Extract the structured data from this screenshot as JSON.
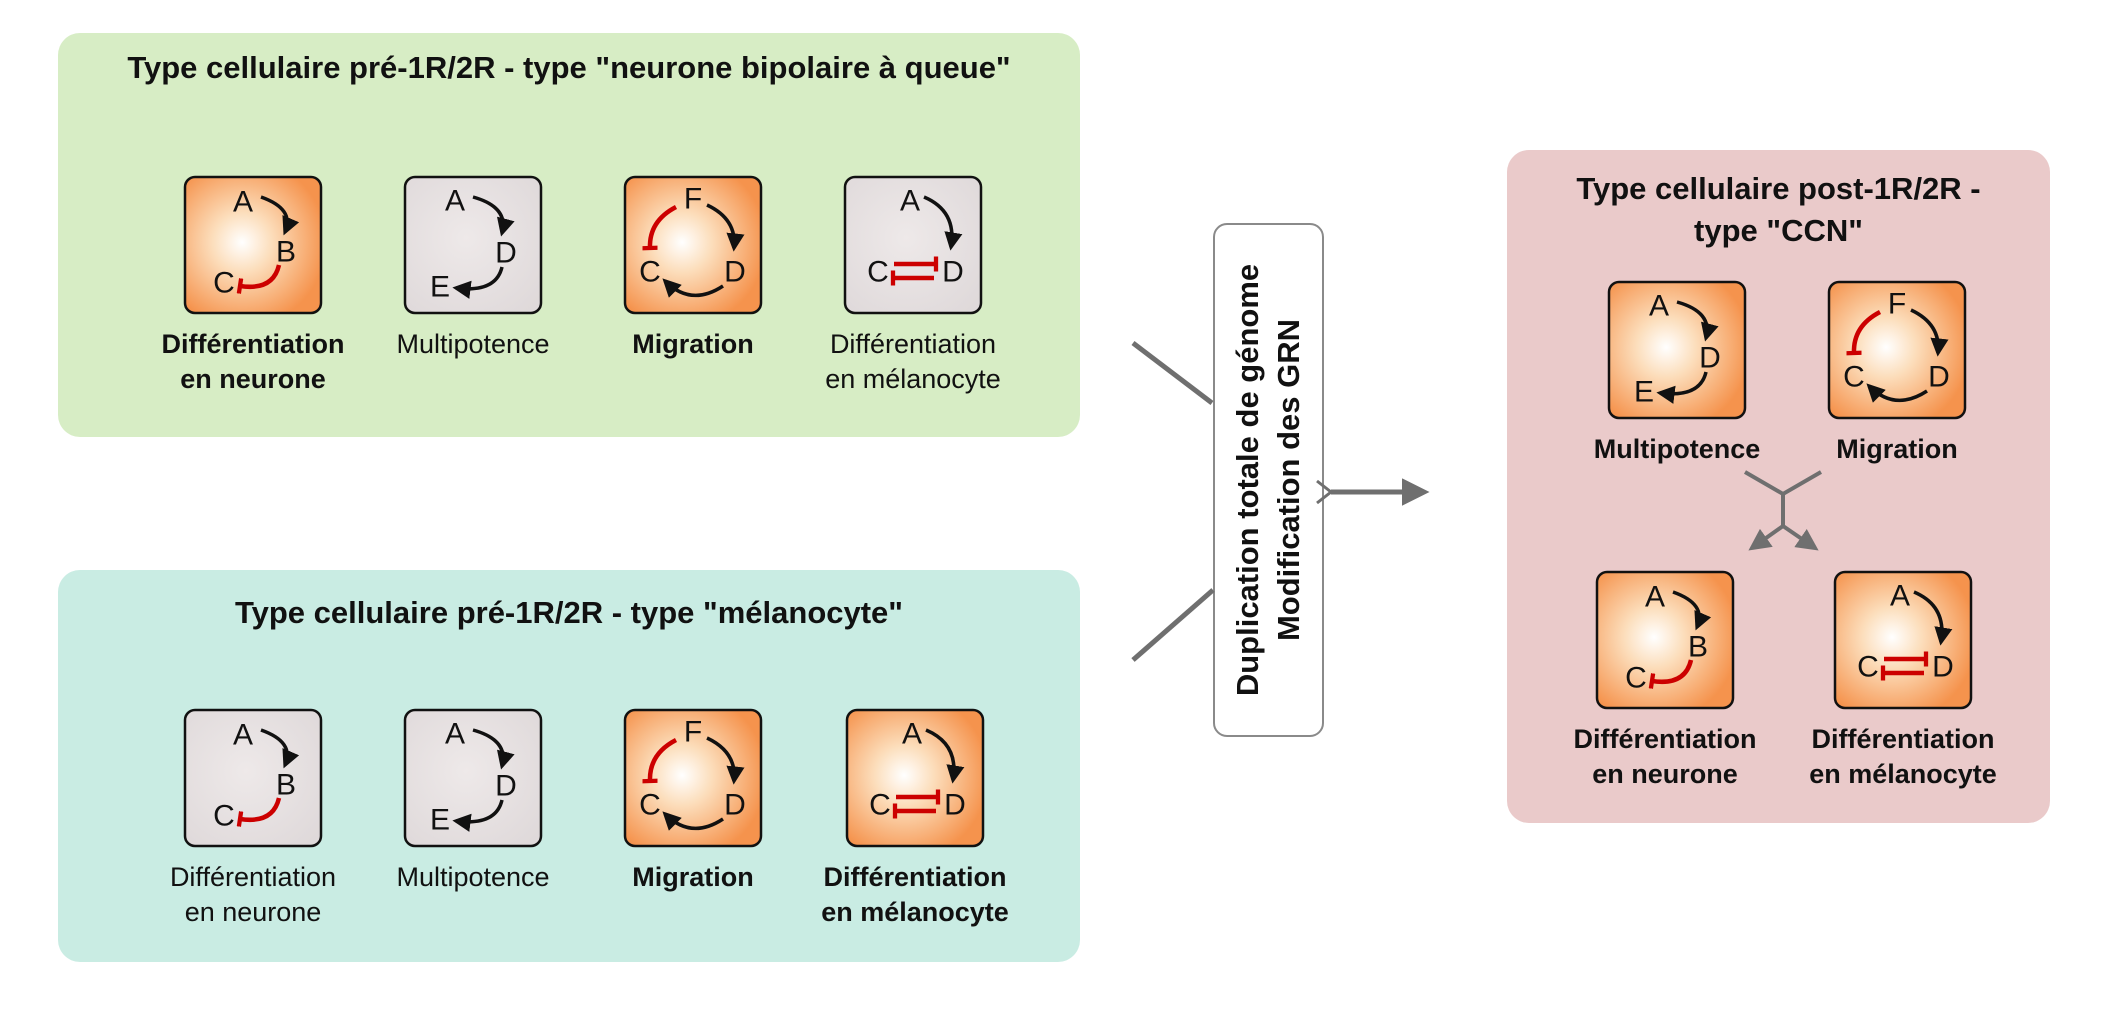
{
  "panels": {
    "pre_neurone": {
      "title": "Type cellulaire pré-1R/2R - type \"neurone bipolaire à queue\"",
      "boxes": [
        {
          "motif": "diff_neurone",
          "active": true,
          "bold": true,
          "label": "Différentiation\nen neurone"
        },
        {
          "motif": "multipotence",
          "active": false,
          "bold": false,
          "label": "Multipotence"
        },
        {
          "motif": "migration",
          "active": true,
          "bold": true,
          "label": "Migration"
        },
        {
          "motif": "diff_melanocyte",
          "active": false,
          "bold": false,
          "label": "Différentiation\nen mélanocyte"
        }
      ]
    },
    "pre_melanocyte": {
      "title": "Type cellulaire pré-1R/2R - type \"mélanocyte\"",
      "boxes": [
        {
          "motif": "diff_neurone",
          "active": false,
          "bold": false,
          "label": "Différentiation\nen neurone"
        },
        {
          "motif": "multipotence",
          "active": false,
          "bold": false,
          "label": "Multipotence"
        },
        {
          "motif": "migration",
          "active": true,
          "bold": true,
          "label": "Migration"
        },
        {
          "motif": "diff_melanocyte",
          "active": true,
          "bold": true,
          "label": "Différentiation\nen mélanocyte"
        }
      ]
    },
    "post_ccn": {
      "title": "Type cellulaire post-1R/2R -\ntype \"CCN\"",
      "boxes": [
        {
          "motif": "multipotence",
          "active": true,
          "bold": true,
          "label": "Multipotence"
        },
        {
          "motif": "migration",
          "active": true,
          "bold": true,
          "label": "Migration"
        },
        {
          "motif": "diff_neurone",
          "active": true,
          "bold": true,
          "label": "Différentiation\nen neurone"
        },
        {
          "motif": "diff_melanocyte",
          "active": true,
          "bold": true,
          "label": "Différentiation\nen mélanocyte"
        }
      ]
    }
  },
  "process_box": {
    "line1": "Duplication totale de génome",
    "line2": "Modification des GRN"
  },
  "motifs": {
    "diff_neurone": {
      "nodes": [
        "A",
        "B",
        "C"
      ],
      "edges": [
        {
          "from": "A",
          "to": "B",
          "type": "activation"
        },
        {
          "from": "B",
          "to": "C",
          "type": "inhibition"
        }
      ]
    },
    "multipotence": {
      "nodes": [
        "A",
        "D",
        "E"
      ],
      "edges": [
        {
          "from": "A",
          "to": "D",
          "type": "activation"
        },
        {
          "from": "D",
          "to": "E",
          "type": "activation"
        }
      ]
    },
    "migration": {
      "nodes": [
        "F",
        "C",
        "D"
      ],
      "edges": [
        {
          "from": "F",
          "to": "C",
          "type": "inhibition"
        },
        {
          "from": "F",
          "to": "D",
          "type": "activation"
        },
        {
          "from": "D",
          "to": "C",
          "type": "activation"
        }
      ]
    },
    "diff_melanocyte": {
      "nodes": [
        "A",
        "C",
        "D"
      ],
      "edges": [
        {
          "from": "A",
          "to": "D",
          "type": "activation"
        },
        {
          "from": "C",
          "to": "D",
          "type": "inhibition"
        },
        {
          "from": "D",
          "to": "C",
          "type": "inhibition"
        }
      ]
    }
  },
  "colors": {
    "panel_green": "#d7edc5",
    "panel_teal": "#c9ece3",
    "panel_pink": "#eacaca",
    "box_orange": "#f5934d",
    "box_gray": "#e1dbdc",
    "activation_black": "#111111",
    "inhibition_red": "#cc0000",
    "connector_gray": "#6f6f6f",
    "process_box_border": "#8a8a8a"
  }
}
